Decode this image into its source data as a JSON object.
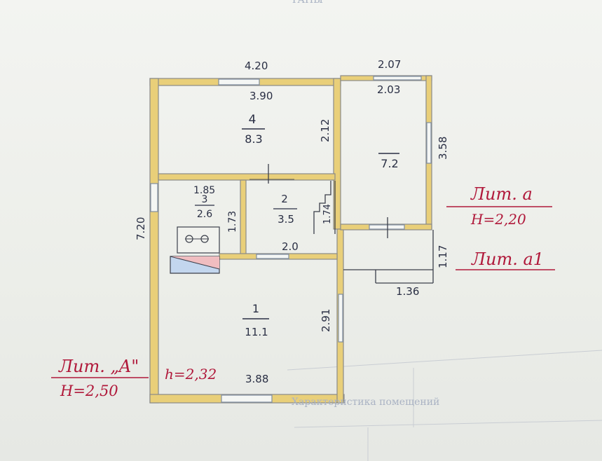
{
  "header_fragment": "ТАНЫ",
  "dimensions": {
    "main_top_outer": "4.20",
    "main_top_inner": "3.90",
    "annex_top_outer": "2.07",
    "annex_top_inner": "2.03",
    "annex_side": "3.58",
    "room4_side": "2.12",
    "main_left": "7.20",
    "room3_width": "1.85",
    "room3_side": "1.73",
    "stair_side": "1.74",
    "room2_bottom": "2.0",
    "porch_side": "1.17",
    "porch_bottom": "1.36",
    "room1_side": "2.91",
    "main_bottom": "3.88"
  },
  "rooms": [
    {
      "number": "4",
      "area": "8.3"
    },
    {
      "number": "3",
      "area": "2.6"
    },
    {
      "number": "2",
      "area": "3.5"
    },
    {
      "number": "1",
      "area": "11.1"
    },
    {
      "number": "",
      "area": "7.2"
    }
  ],
  "labels": {
    "lit_a_small": "Лит. а",
    "lit_a_small_height": "H=2,20",
    "lit_a1": "Лит. а1",
    "lit_A": "Лит. „A\"",
    "lit_A_height": "H=2,50",
    "room1_height": "h=2,32",
    "faded_footer": "Характеристика    помещений"
  },
  "colors": {
    "wall_fill": "#e9cf79",
    "annotation_red": "#b0183a",
    "ink": "#2a2f44"
  }
}
